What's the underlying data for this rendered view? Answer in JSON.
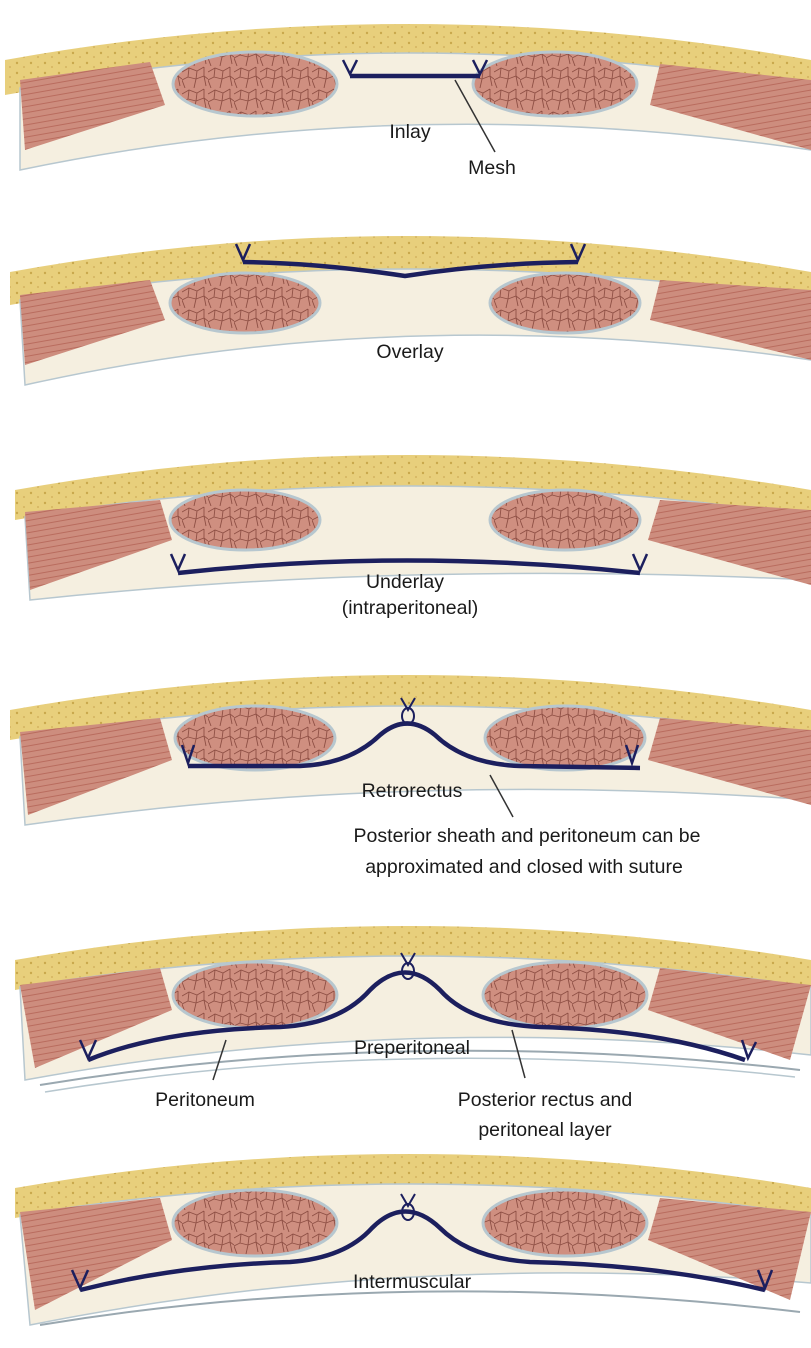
{
  "colors": {
    "fat": "#e8cf7c",
    "fat_speckle": "#c9a84c",
    "fascia": "#f5efe0",
    "fascia_edge": "#b7c7cf",
    "muscle": "#cd8d7e",
    "muscle_stripe": "#b96c5e",
    "rectus": "#cf8f80",
    "rectus_lines": "#8e4f44",
    "mesh": "#1c1f5e",
    "leader": "#333333"
  },
  "panels": [
    {
      "name": "inlay",
      "labels": [
        {
          "key": "inlay",
          "text": "Inlay"
        },
        {
          "key": "mesh",
          "text": "Mesh"
        }
      ]
    },
    {
      "name": "overlay",
      "labels": [
        {
          "key": "overlay",
          "text": "Overlay"
        }
      ]
    },
    {
      "name": "underlay",
      "labels": [
        {
          "key": "underlay_1",
          "text": "Underlay"
        },
        {
          "key": "underlay_2",
          "text": "(intraperitoneal)"
        }
      ]
    },
    {
      "name": "retrorectus",
      "labels": [
        {
          "key": "retrorectus",
          "text": "Retrorectus"
        },
        {
          "key": "posterior_1",
          "text": "Posterior sheath and peritoneum can be"
        },
        {
          "key": "posterior_2",
          "text": "approximated and closed with suture"
        }
      ]
    },
    {
      "name": "preperitoneal",
      "labels": [
        {
          "key": "preperitoneal",
          "text": "Preperitoneal"
        },
        {
          "key": "peritoneum",
          "text": "Peritoneum"
        },
        {
          "key": "posterior_rectus_1",
          "text": "Posterior rectus and"
        },
        {
          "key": "posterior_rectus_2",
          "text": "peritoneal layer"
        }
      ]
    },
    {
      "name": "intermuscular",
      "labels": [
        {
          "key": "intermuscular",
          "text": "Intermuscular"
        }
      ]
    }
  ]
}
